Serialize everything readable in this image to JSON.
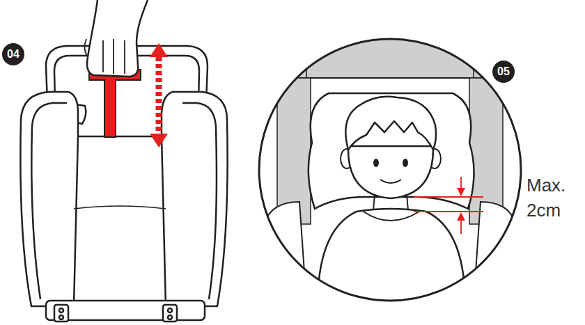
{
  "diagram": {
    "nodes": [
      {
        "text": [
          "04"
        ]
      },
      {
        "text": [
          "05"
        ]
      }
    ],
    "labels": [
      "Max. 2cm"
    ]
  }
}
